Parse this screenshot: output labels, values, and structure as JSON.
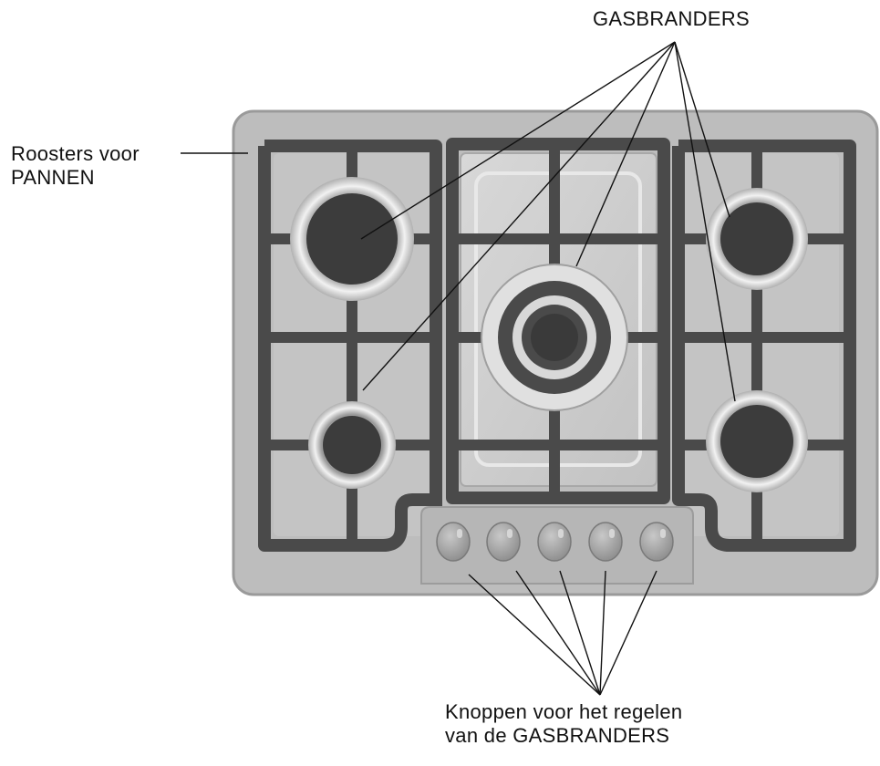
{
  "labels": {
    "burners": "GASBRANDERS",
    "grates_line1": "Roosters voor",
    "grates_line2": "PANNEN",
    "knobs_line1": "Knoppen voor het regelen",
    "knobs_line2": "van de GASBRANDERS"
  },
  "colors": {
    "background": "#ffffff",
    "hob_surface": "#bdbdbd",
    "hob_edge": "#9a9a9a",
    "grate": "#4a4a4a",
    "burner_cap": "#3c3c3c",
    "burner_ring": "#e6e6e6",
    "knob": "#a0a0a0",
    "leader_line": "#111111"
  },
  "counts": {
    "burners": 5,
    "knobs": 5
  }
}
